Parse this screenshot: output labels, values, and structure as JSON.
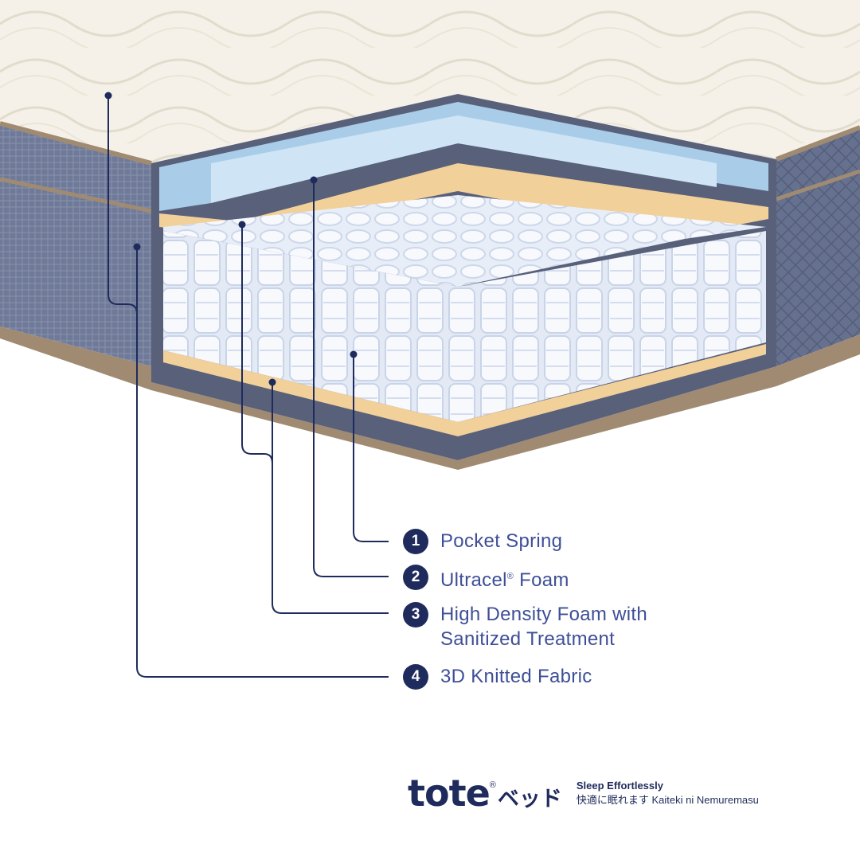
{
  "diagram": {
    "components": [
      {
        "number": "1",
        "label": "Pocket Spring"
      },
      {
        "number": "2",
        "label": "Ultracel",
        "suffix": "®",
        "label_after": " Foam"
      },
      {
        "number": "3",
        "label_line1": "High Density Foam with",
        "label_line2": "Sanitized Treatment"
      },
      {
        "number": "4",
        "label": "3D Knitted Fabric"
      }
    ],
    "colors": {
      "accent": "#1f2b5c",
      "label_text": "#3e4f96",
      "fabric_top": "#f3efe6",
      "fabric_side": "#6f7a99",
      "gel_foam": "#a9cde9",
      "density_foam": "#f2d09a",
      "springs": "#eef3fb",
      "piping": "#a08b72"
    }
  },
  "brand": {
    "wordmark": "tote",
    "registered": "®",
    "wordmark_jp": "ベッド",
    "tagline": "Sleep Effortlessly",
    "tagline_jp": "快適に眠れます Kaiteki ni Nemuremasu"
  }
}
